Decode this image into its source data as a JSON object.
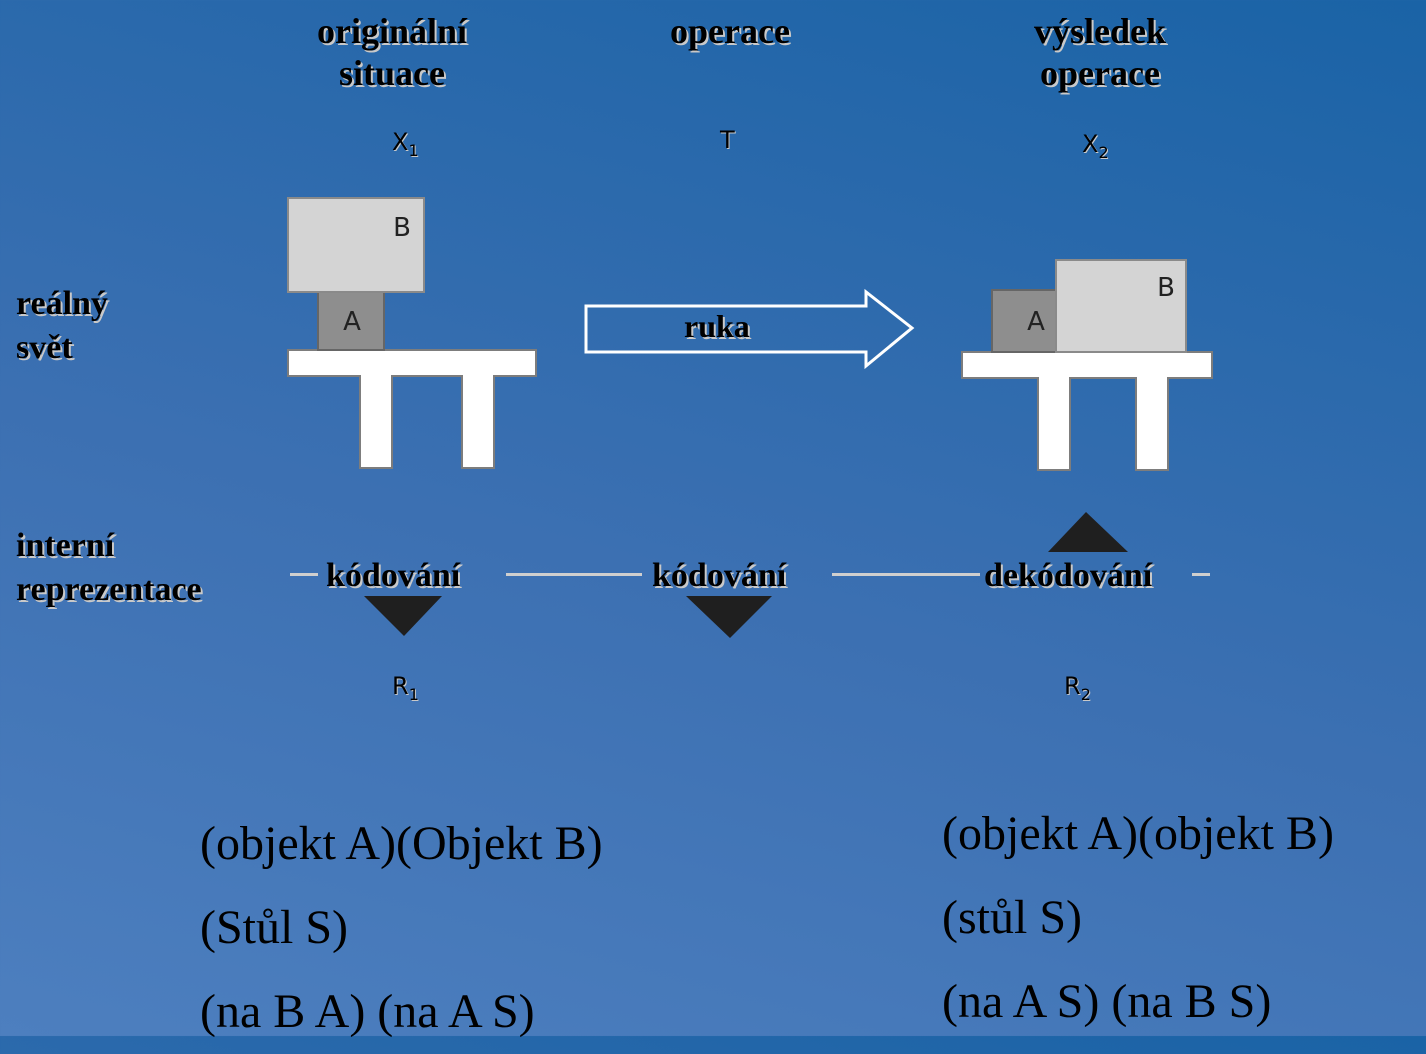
{
  "headers": {
    "original": "originální\nsituace",
    "operation": "operace",
    "result": "výsledek\noperace"
  },
  "symbols": {
    "x1": {
      "base": "X",
      "sub": "1"
    },
    "t": "T",
    "x2": {
      "base": "X",
      "sub": "2"
    },
    "r1": {
      "base": "R",
      "sub": "1"
    },
    "r2": {
      "base": "R",
      "sub": "2"
    }
  },
  "side_labels": {
    "real_world": "reálný\nsvět",
    "internal": "interní\nreprezentace"
  },
  "blocks": {
    "a": "A",
    "b": "B"
  },
  "arrow_label": "ruka",
  "coding": {
    "left": "kódování",
    "middle": "kódování",
    "right": "dekódování"
  },
  "formulas": {
    "left": [
      "(objekt A)(Objekt B)",
      "(Stůl S)",
      "(na B A) (na A S)"
    ],
    "right": [
      "(objekt A)(objekt B)",
      "(stůl S)",
      "(na A S) (na B S)"
    ]
  }
}
